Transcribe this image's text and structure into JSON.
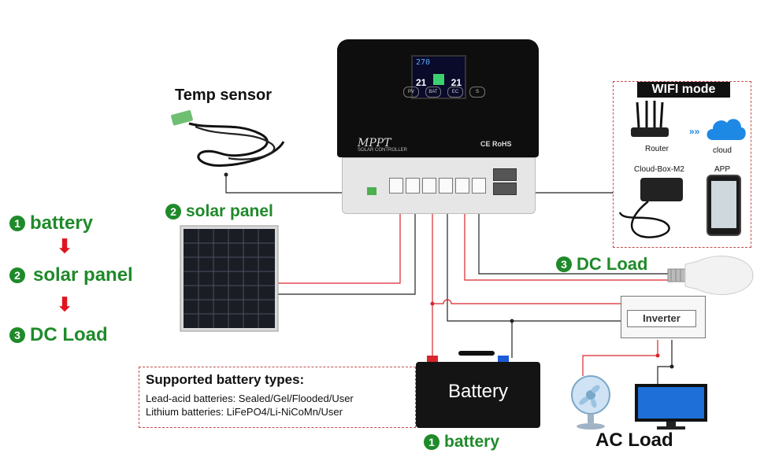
{
  "labels": {
    "temp_sensor": "Temp sensor",
    "solar_panel_step": "solar panel",
    "dc_load_step": "DC Load",
    "battery_step": "battery",
    "ac_load": "AC Load",
    "inverter": "Inverter",
    "battery_box": "Battery",
    "wifi_mode": "WIFI mode",
    "router": "Router",
    "cloud": "cloud",
    "cloud_box": "Cloud-Box-M2",
    "app": "APP",
    "mppt_logo": "MPPT",
    "mppt_sub": "SOLAR CONTROLLER",
    "ce_rohs": "CE RoHS"
  },
  "steps": [
    {
      "num": "1",
      "text": "battery"
    },
    {
      "num": "2",
      "text": "solar panel"
    },
    {
      "num": "3",
      "text": "DC Load"
    }
  ],
  "buttons": [
    "PV",
    "BAT",
    "EC",
    "S"
  ],
  "lcd": {
    "top": "270",
    "left": "21",
    "right": "21"
  },
  "supported": {
    "title": "Supported battery types:",
    "line1": "Lead-acid batteries: Sealed/Gel/Flooded/User",
    "line2": "Lithium batteries: LiFePO4/Li-NiCoMn/User"
  },
  "colors": {
    "accent_green": "#1f8a2a",
    "arrow_red": "#e0141e",
    "wire_red": "#d9262c"
  }
}
